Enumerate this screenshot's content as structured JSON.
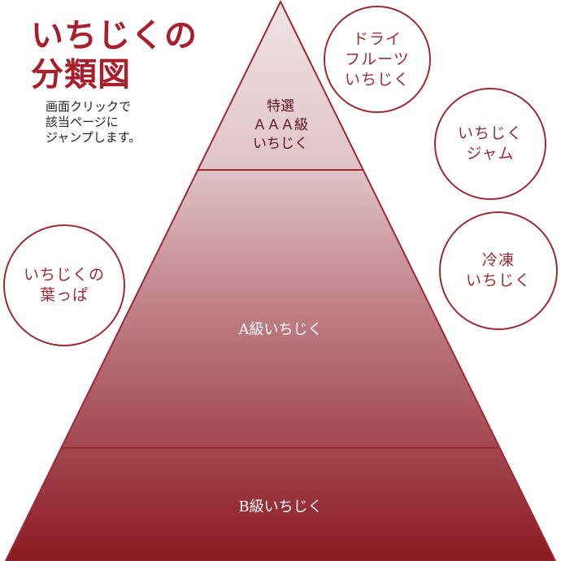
{
  "title": {
    "line1": "いちじくの",
    "line2": "分類図"
  },
  "instruction": {
    "line1": "画面クリックで",
    "line2": "該当ページに",
    "line3": "ジャンプします。"
  },
  "pyramid": {
    "tiers": [
      {
        "lines": [
          "特選",
          "ＡＡＡ級",
          "いちじく"
        ]
      },
      {
        "lines": [
          "A級いちじく"
        ]
      },
      {
        "lines": [
          "B級いちじく"
        ]
      }
    ],
    "colors": {
      "top_light": "#f1e3e5",
      "bottom_dark": "#8c1a22",
      "divider": "#9c2a33"
    }
  },
  "circles": {
    "dried": {
      "lines": [
        "ドライ",
        "フルーツ",
        "いちじく"
      ]
    },
    "jam": {
      "lines": [
        "いちじく",
        "ジャム"
      ]
    },
    "frozen": {
      "lines": [
        "冷凍",
        "いちじく"
      ]
    },
    "leaves": {
      "lines": [
        "いちじくの",
        "葉っぱ"
      ]
    }
  },
  "accent_color": "#9c2a33"
}
